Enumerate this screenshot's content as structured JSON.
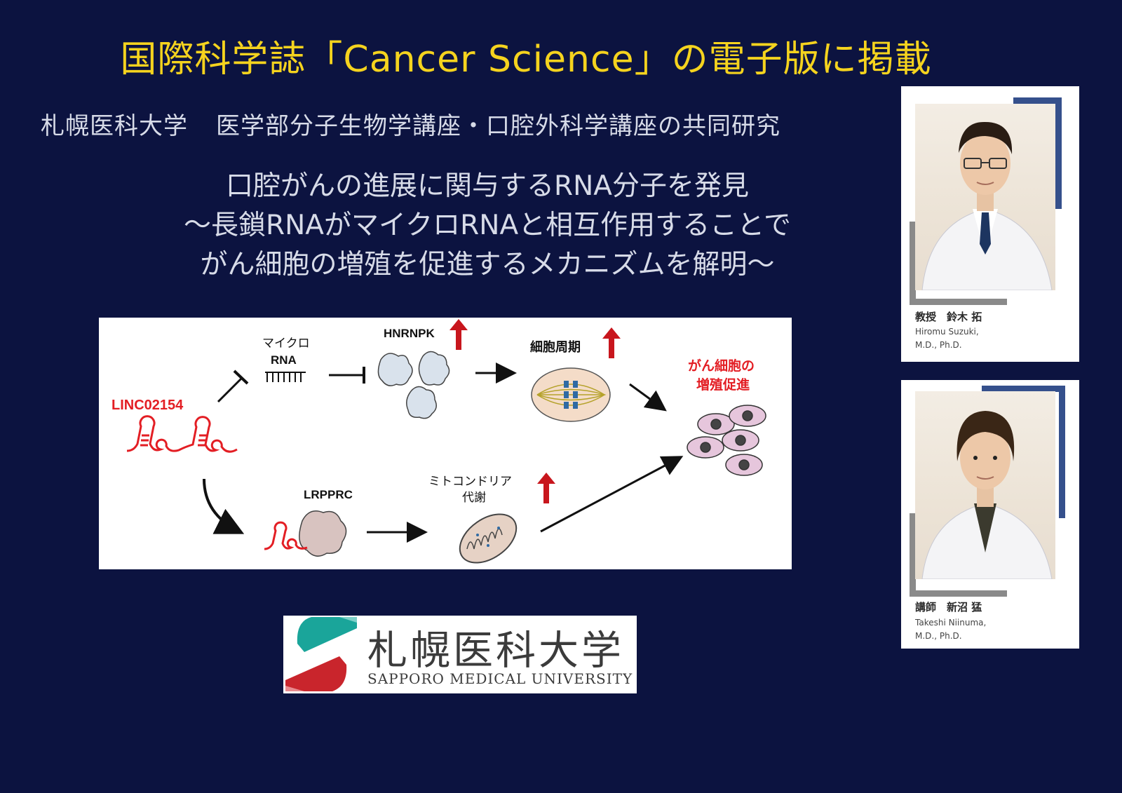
{
  "title": "国際科学誌「Cancer Science」の電子版に掲載",
  "subtitle": {
    "left": "札幌医科大学",
    "right": "医学部分子生物学講座・口腔外科学講座の共同研究"
  },
  "headline": [
    "口腔がんの進展に関与するRNA分子を発見",
    "～長鎖RNAがマイクロRNAと相互作用することで",
    "がん細胞の増殖を促進するメカニズムを解明～"
  ],
  "figure": {
    "lncrna": "LINC02154",
    "microrna_line1": "マイクロ",
    "microrna_line2": "RNA",
    "hnrnpk": "HNRNPK",
    "cell_cycle": "細胞周期",
    "cancer_line1": "がん細胞の",
    "cancer_line2": "増殖促進",
    "lrpprc": "LRPPRC",
    "mito_line1": "ミトコンドリア",
    "mito_line2": "代謝",
    "colors": {
      "red": "#e31e24",
      "arrow_up": "#c8161d",
      "black": "#111111"
    }
  },
  "logo": {
    "jp": "札幌医科大学",
    "en": "SAPPORO MEDICAL UNIVERSITY",
    "colors": {
      "teal": "#1aa59a",
      "red": "#c9252c"
    }
  },
  "people": [
    {
      "role": "教授　鈴木 拓",
      "en_line1": "Hiromu Suzuki,",
      "en_line2": "M.D., Ph.D."
    },
    {
      "role": "講師　新沼 猛",
      "en_line1": "Takeshi Niinuma,",
      "en_line2": "M.D., Ph.D."
    }
  ]
}
